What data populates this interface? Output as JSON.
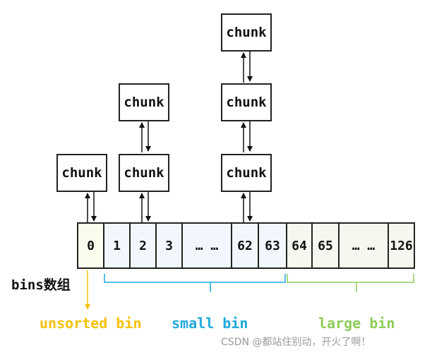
{
  "chunk_label": "chunk",
  "bins_label": "bins数组",
  "cells": [
    "0",
    "1",
    "2",
    "3",
    "… …",
    "62",
    "63",
    "64",
    "65",
    "… …",
    "126"
  ],
  "groups": {
    "unsorted": {
      "label": "unsorted bin",
      "color": "#f5c20a"
    },
    "small": {
      "label": "small bin",
      "color": "#1fa9dc"
    },
    "large": {
      "label": "large bin",
      "color": "#8fcc5a"
    }
  },
  "watermark": "CSDN @都站住别动，开火了啊！"
}
